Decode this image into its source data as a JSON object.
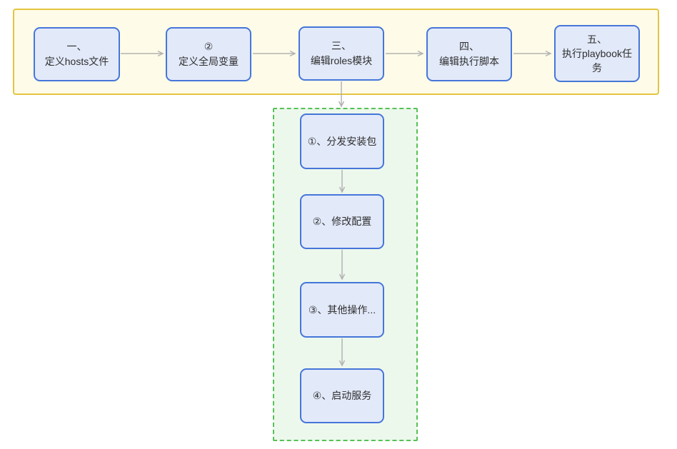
{
  "colors": {
    "page_background": "#ffffff",
    "top_group_border": "#e3c53e",
    "top_group_fill": "#fefce8",
    "sub_group_border": "#56c156",
    "sub_group_fill": "#edf8ed",
    "node_border": "#4576d9",
    "node_fill": "#e2e9f9",
    "arrow": "#b3b3b3",
    "text": "#2f2f2f"
  },
  "top_flow": {
    "steps": [
      {
        "line1": "一、",
        "line2": "定义hosts文件"
      },
      {
        "line1": "②",
        "line2": "定义全局变量"
      },
      {
        "line1": "三、",
        "line2": "编辑roles模块"
      },
      {
        "line1": "四、",
        "line2": "编辑执行脚本"
      },
      {
        "line1": "五、",
        "line2": "执行playbook任务"
      }
    ]
  },
  "sub_flow": {
    "steps": [
      {
        "label": "①、分发安装包"
      },
      {
        "label": "②、修改配置"
      },
      {
        "label": "③、其他操作..."
      },
      {
        "label": "④、启动服务"
      }
    ]
  }
}
